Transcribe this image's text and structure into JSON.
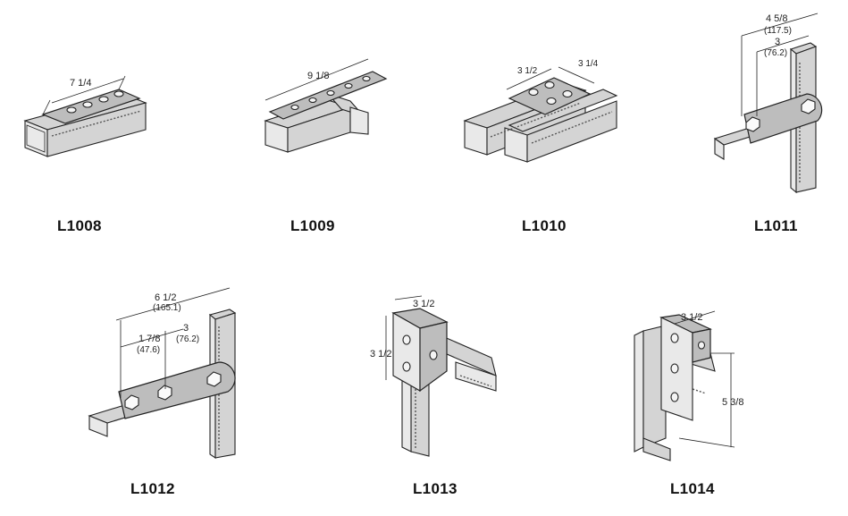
{
  "figures": [
    {
      "part": "L1008",
      "dims": {
        "length": "7 1/4"
      }
    },
    {
      "part": "L1009",
      "dims": {
        "length": "9 1/8"
      }
    },
    {
      "part": "L1010",
      "dims": {
        "width": "3 1/2",
        "depth": "3 1/4"
      }
    },
    {
      "part": "L1011",
      "dims": {
        "overall": "4 5/8",
        "overall_mm": "(117.5)",
        "center": "3",
        "center_mm": "(76.2)"
      }
    },
    {
      "part": "L1012",
      "dims": {
        "overall": "6 1/2",
        "overall_mm": "(165.1)",
        "first": "1 7/8",
        "first_mm": "(47.6)",
        "center": "3",
        "center_mm": "(76.2)"
      }
    },
    {
      "part": "L1013",
      "dims": {
        "width": "3 1/2",
        "height": "3 1/2"
      }
    },
    {
      "part": "L1014",
      "dims": {
        "width": "3 1/2",
        "height": "5 3/8"
      }
    }
  ],
  "colors": {
    "plate": "#bdbdbd",
    "channel": "#d4d4d4",
    "line": "#222222"
  }
}
